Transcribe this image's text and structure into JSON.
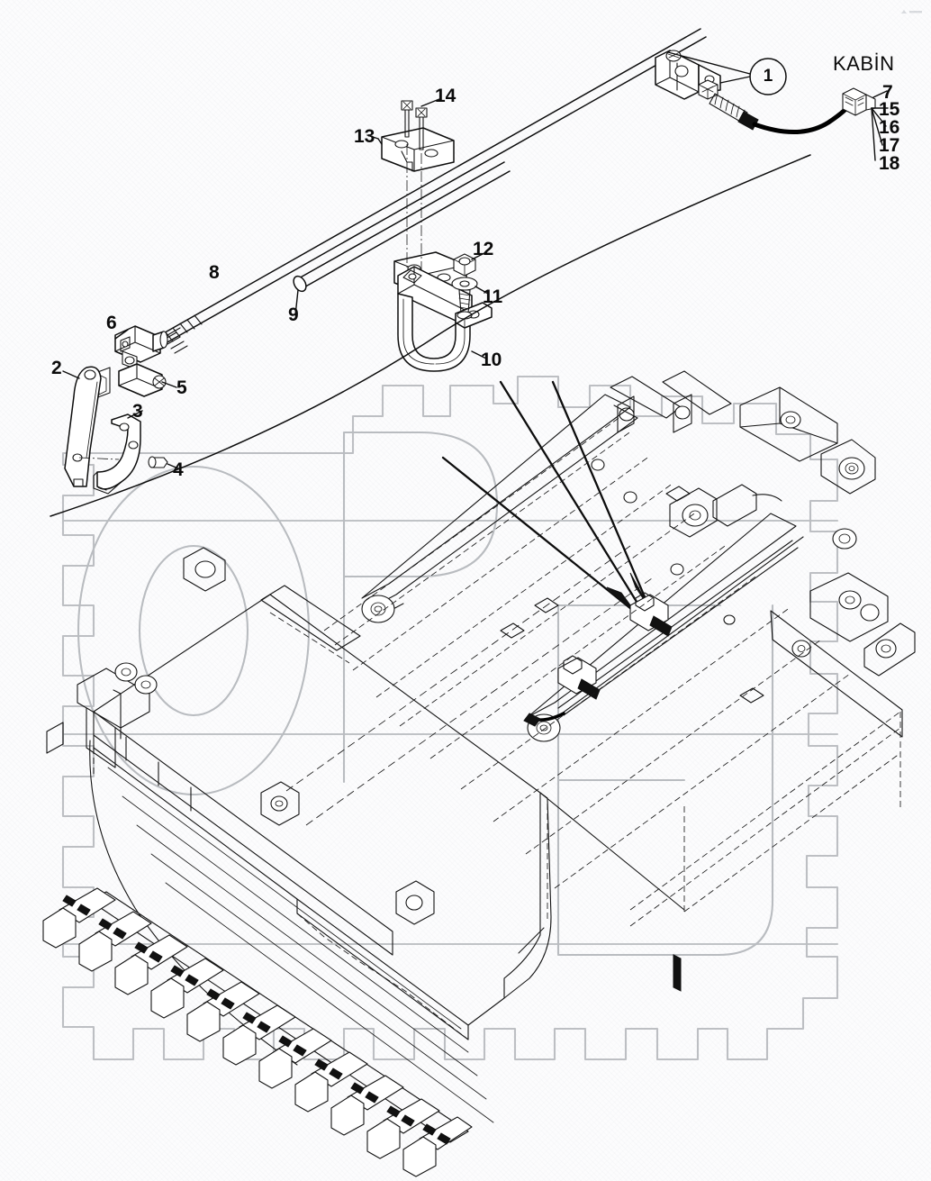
{
  "document": {
    "type": "exploded-parts-diagram",
    "title": "",
    "language_note": "KABIN"
  },
  "annotations": {
    "cabin_label": "KABİN",
    "callout_circle_1": "1",
    "item_numbers": {
      "n2": "2",
      "n3": "3",
      "n4": "4",
      "n5": "5",
      "n6": "6",
      "n7": "7",
      "n8": "8",
      "n9": "9",
      "n10": "10",
      "n11": "11",
      "n12": "12",
      "n13": "13",
      "n14": "14",
      "n15": "15",
      "n16": "16",
      "n17": "17",
      "n18": "18"
    }
  },
  "parts_list": [
    {
      "ref": "1",
      "name": "cable-end-fitting-callout"
    },
    {
      "ref": "2",
      "name": "lever-arm"
    },
    {
      "ref": "3",
      "name": "bracket-clamp"
    },
    {
      "ref": "4",
      "name": "bolt-short"
    },
    {
      "ref": "5",
      "name": "clevis-pin-block"
    },
    {
      "ref": "6",
      "name": "cable-clevis-end"
    },
    {
      "ref": "7",
      "name": "cable-nut"
    },
    {
      "ref": "8",
      "name": "control-rod"
    },
    {
      "ref": "9",
      "name": "tube"
    },
    {
      "ref": "10",
      "name": "hose-clamp-strap"
    },
    {
      "ref": "11",
      "name": "washer"
    },
    {
      "ref": "12",
      "name": "hex-nut"
    },
    {
      "ref": "13",
      "name": "clamp-block-upper"
    },
    {
      "ref": "14",
      "name": "socket-head-screw"
    },
    {
      "ref": "15",
      "name": "fitting-part-15"
    },
    {
      "ref": "16",
      "name": "fitting-part-16"
    },
    {
      "ref": "17",
      "name": "fitting-part-17"
    },
    {
      "ref": "18",
      "name": "fitting-part-18"
    }
  ],
  "watermark": {
    "text": "OPE",
    "shape": "gear-outline",
    "color": "#b9bcc0"
  },
  "colors": {
    "background": "#fcfcfd",
    "line": "#0d0d0d",
    "hidden_line": "#1a1a1a",
    "watermark": "#b9bcc0"
  }
}
